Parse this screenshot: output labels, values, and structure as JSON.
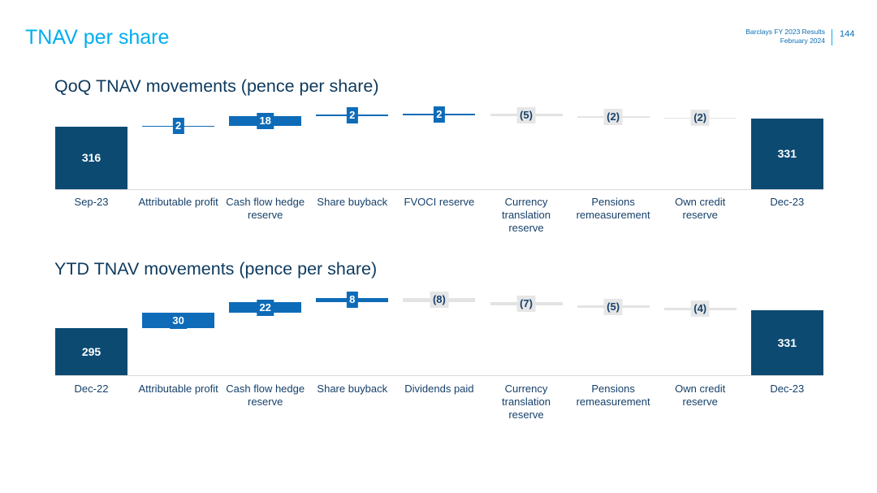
{
  "header": {
    "title": "TNAV per share",
    "report_name": "Barclays FY 2023 Results",
    "report_date": "February 2024",
    "page_number": "144"
  },
  "colors": {
    "title": "#00AEEF",
    "meta": "#0A6DB5",
    "heading": "#0D3A5E",
    "text": "#16406A",
    "total_bar": "#0C4A72",
    "increase_bar": "#0E6BB8",
    "decrease_bar": "#E3E3E3",
    "decrease_label": "#E6E6E6",
    "axis": "#DADADA"
  },
  "chart_data": [
    {
      "type": "bar",
      "style": "waterfall",
      "title": "QoQ TNAV movements (pence per share)",
      "categories": [
        "Sep-23",
        "Attributable profit",
        "Cash flow hedge reserve",
        "Share buyback",
        "FVOCI reserve",
        "Currency translation reserve",
        "Pensions remeasurement",
        "Own credit reserve",
        "Dec-23"
      ],
      "is_total": [
        true,
        false,
        false,
        false,
        false,
        false,
        false,
        false,
        true
      ],
      "values": [
        316,
        2,
        18,
        2,
        2,
        -5,
        -2,
        -2,
        331
      ],
      "data_labels": [
        "316",
        "2",
        "18",
        "2",
        "2",
        "(5)",
        "(2)",
        "(2)",
        "331"
      ],
      "ylim": [
        200,
        340
      ],
      "grid": false,
      "legend": false
    },
    {
      "type": "bar",
      "style": "waterfall",
      "title": "YTD TNAV movements (pence per share)",
      "categories": [
        "Dec-22",
        "Attributable profit",
        "Cash flow hedge reserve",
        "Share buyback",
        "Dividends paid",
        "Currency translation reserve",
        "Pensions remeasurement",
        "Own credit reserve",
        "Dec-23"
      ],
      "is_total": [
        true,
        false,
        false,
        false,
        false,
        false,
        false,
        false,
        true
      ],
      "values": [
        295,
        30,
        22,
        8,
        -8,
        -7,
        -5,
        -4,
        331
      ],
      "data_labels": [
        "295",
        "30",
        "22",
        "8",
        "(8)",
        "(7)",
        "(5)",
        "(4)",
        "331"
      ],
      "ylim": [
        200,
        355
      ],
      "grid": false,
      "legend": false
    }
  ]
}
